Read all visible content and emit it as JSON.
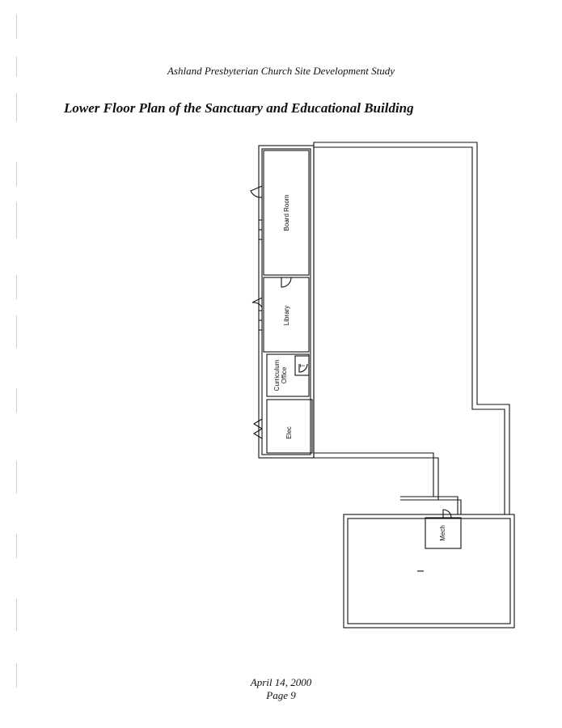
{
  "document": {
    "header": "Ashland Presbyterian Church Site Development Study",
    "title": "Lower Floor Plan of the Sanctuary and Educational Building",
    "footer": {
      "date": "April 14, 2000",
      "page": "Page 9"
    }
  },
  "floor_plan": {
    "rooms": {
      "board_room": "Board Room",
      "library": "Library",
      "curriculum_office_line1": "Curriculum",
      "curriculum_office_line2": "Office",
      "toilet": "T",
      "electrical": "Elec",
      "mechanical": "Mech"
    },
    "colors": {
      "wall": "#111111",
      "background": "#ffffff"
    }
  }
}
